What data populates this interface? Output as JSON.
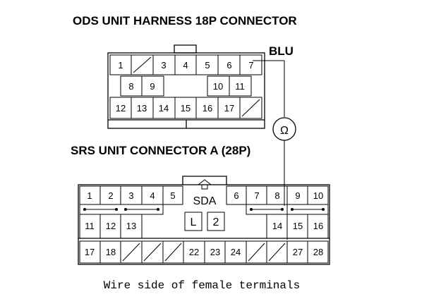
{
  "ods": {
    "title": "ODS UNIT HARNESS 18P CONNECTOR",
    "color_label": "BLU",
    "rows": [
      [
        "1",
        "",
        "3",
        "4",
        "5",
        "6",
        "7"
      ],
      [
        "8",
        "9",
        "10",
        "11"
      ],
      [
        "12",
        "13",
        "14",
        "15",
        "16",
        "17"
      ]
    ]
  },
  "meter_symbol": "Ω",
  "srs": {
    "title": "SRS UNIT CONNECTOR A (28P)",
    "sda_label": "SDA",
    "lock_left": "L",
    "lock_right": "2",
    "top_row": [
      "1",
      "2",
      "3",
      "4",
      "5",
      "6",
      "7",
      "8",
      "9",
      "10"
    ],
    "mid_row": [
      "11",
      "12",
      "13",
      "14",
      "15",
      "16"
    ],
    "bottom_row": [
      "17",
      "18",
      "22",
      "23",
      "24",
      "27",
      "28"
    ]
  },
  "caption": "Wire side of female terminals"
}
